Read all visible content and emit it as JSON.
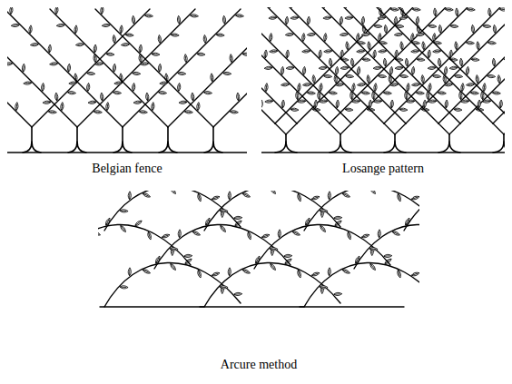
{
  "diagram": {
    "labels": [
      "Belgian fence",
      "Losange pattern",
      "Arcure method"
    ]
  }
}
